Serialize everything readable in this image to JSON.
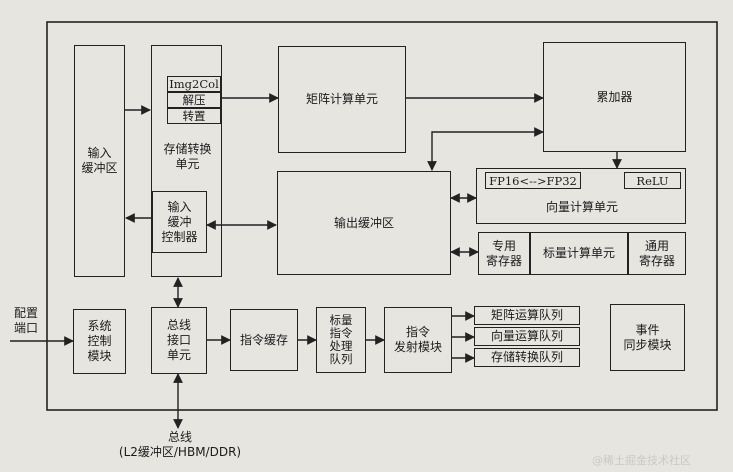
{
  "diagram": {
    "blocks": {
      "input_buffer": "输入\n缓冲区",
      "storage_conv_unit": "存储转换\n单元",
      "img2col": "Img2Col",
      "decompress": "解压",
      "transpose": "转置",
      "input_buffer_ctrl": "输入\n缓冲\n控制器",
      "matrix_unit": "矩阵计算单元",
      "accumulator": "累加器",
      "output_buffer": "输出缓冲区",
      "fp16_fp32": "FP16<-->FP32",
      "relu": "ReLU",
      "vector_unit": "向量计算单元",
      "special_reg": "专用\n寄存器",
      "scalar_unit": "标量计算单元",
      "general_reg": "通用\n寄存器",
      "config_port": "配置\n端口",
      "sys_ctrl": "系统\n控制\n模块",
      "bus_if": "总线\n接口\n单元",
      "instr_cache": "指令缓存",
      "scalar_queue": "标量\n指令\n处理\n队列",
      "issue_module": "指令\n发射模块",
      "matrix_queue": "矩阵运算队列",
      "vector_queue": "向量运算队列",
      "storage_queue": "存储转换队列",
      "event_sync": "事件\n同步模块",
      "bus_label": "总线\n(L2缓冲区/HBM/DDR)"
    },
    "watermark": "@稀土掘金技术社区"
  }
}
